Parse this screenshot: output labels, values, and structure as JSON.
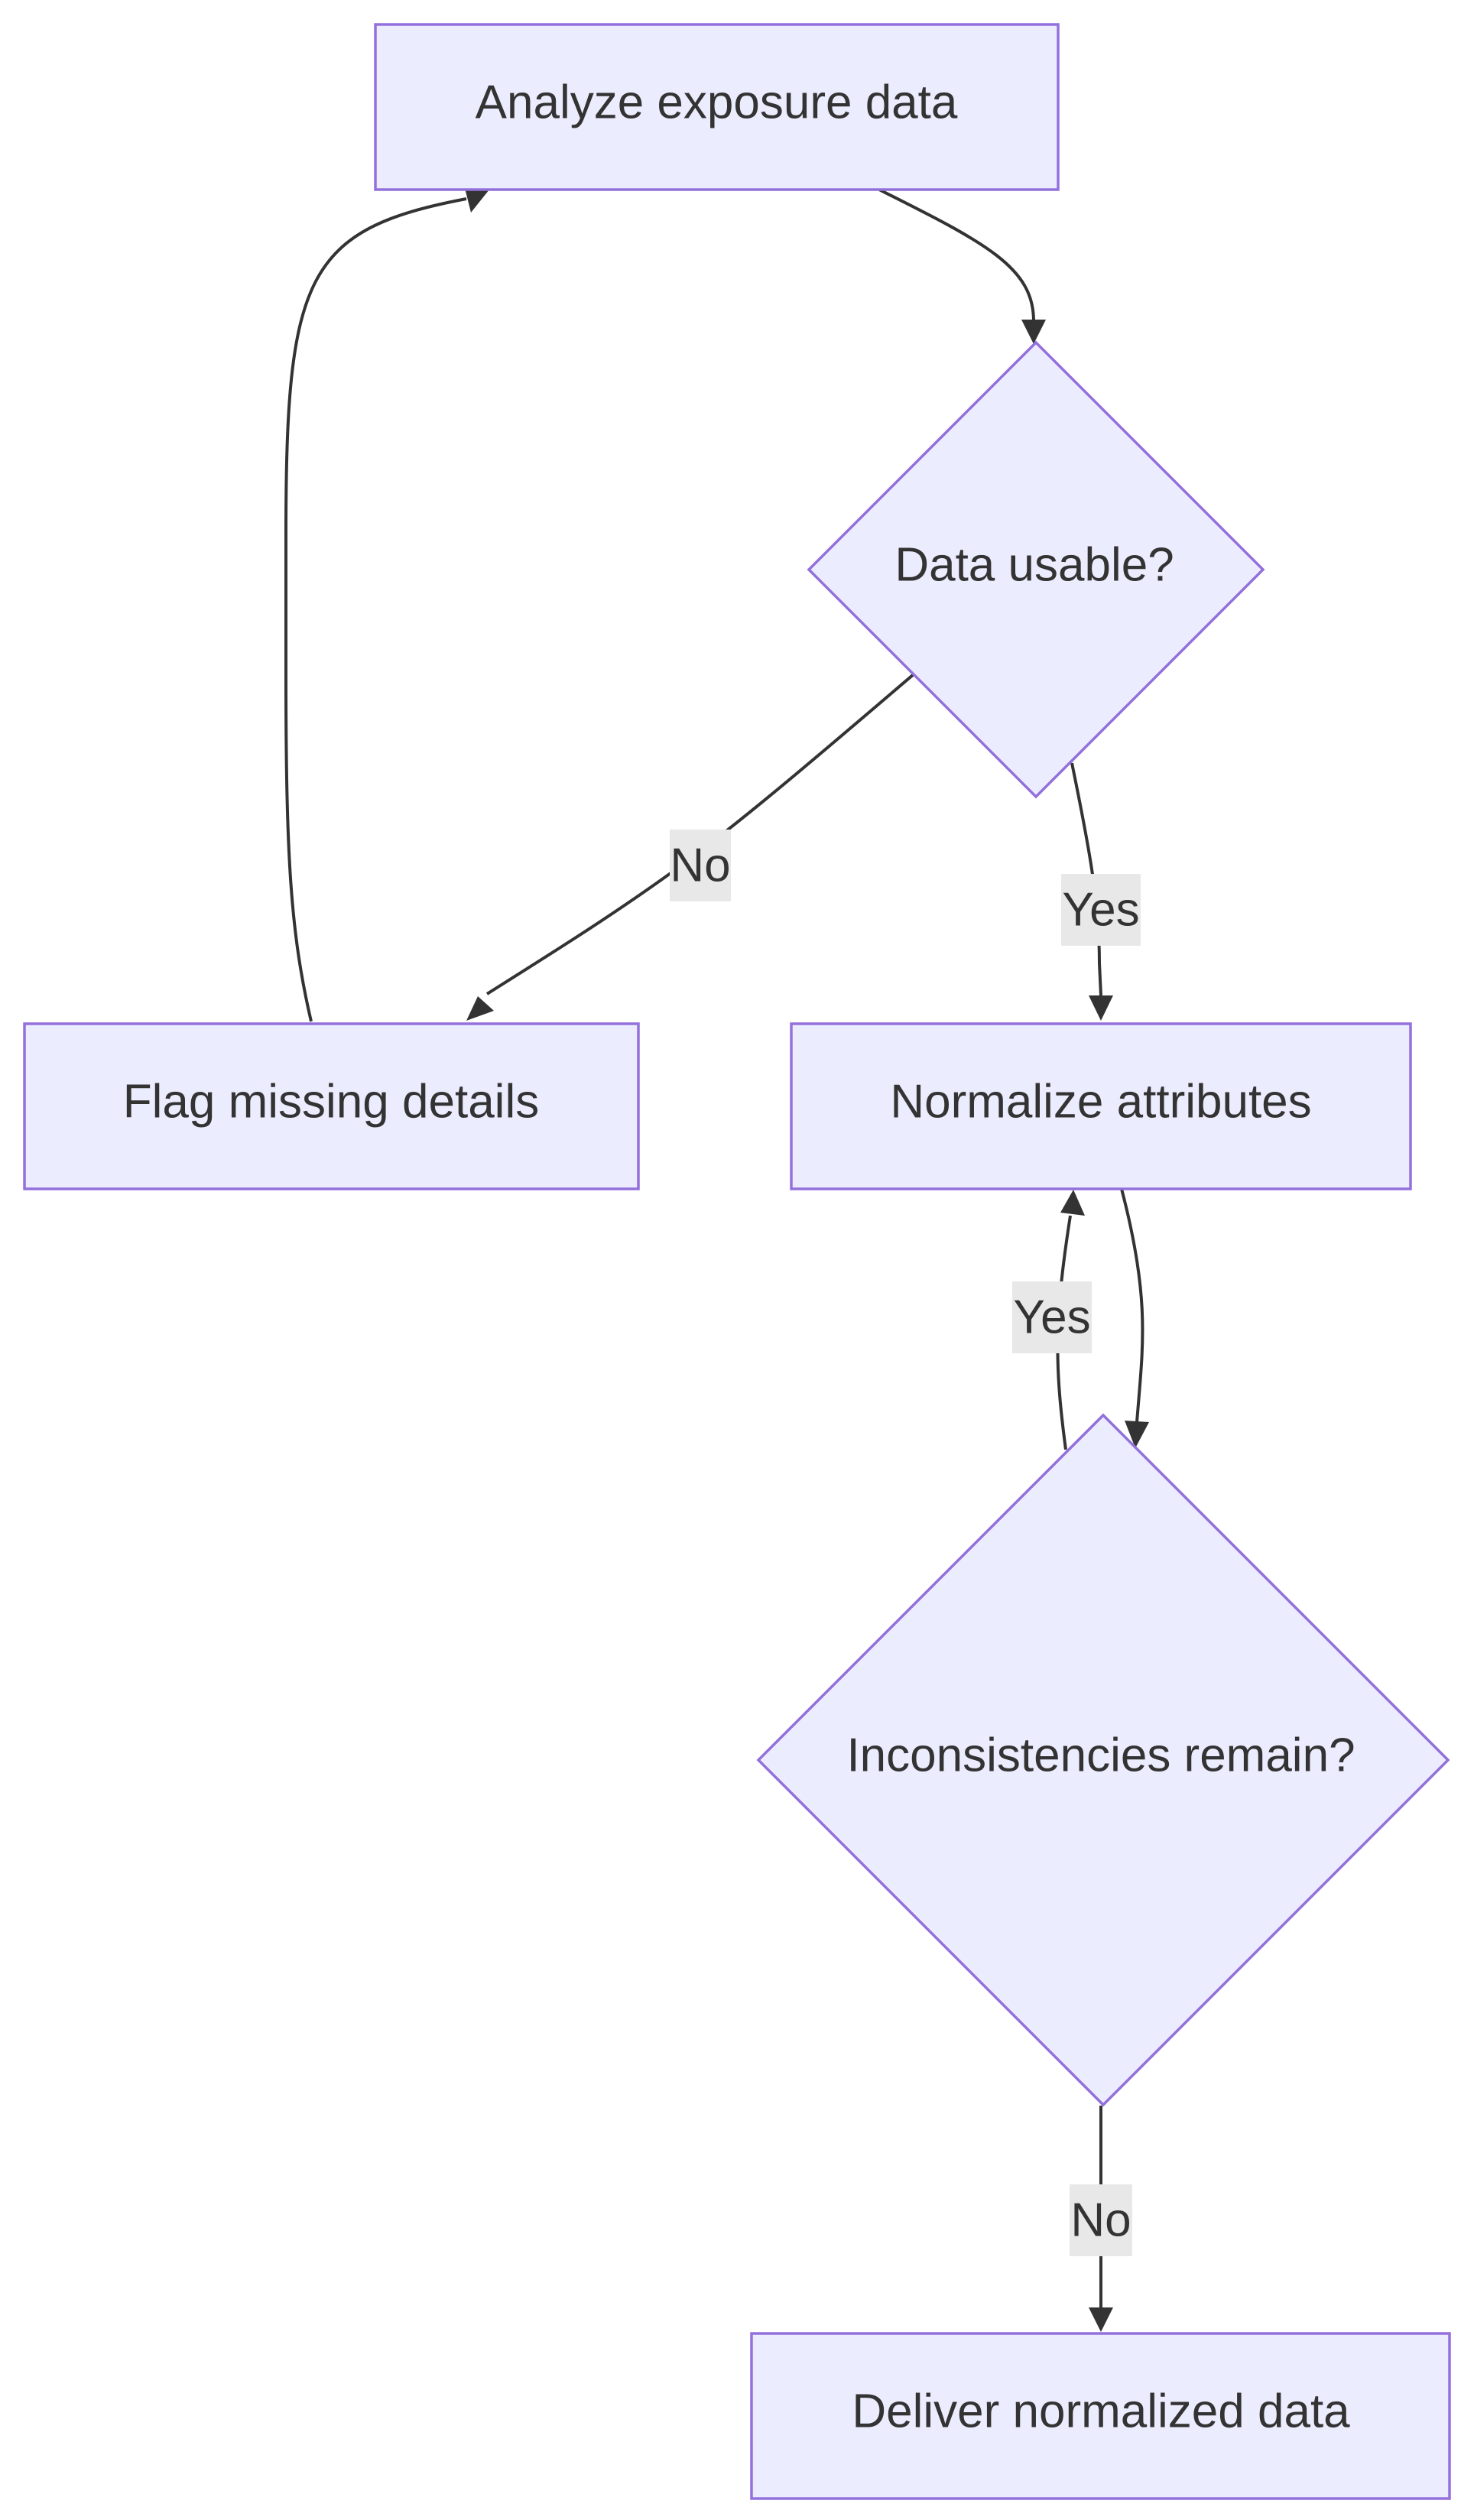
{
  "diagram": {
    "nodes": {
      "analyze": "Analyze exposure data",
      "usable": "Data usable?",
      "flag": "Flag missing details",
      "normalize": "Normalize attributes",
      "inconsistencies": "Inconsistencies remain?",
      "deliver": "Deliver normalized data"
    },
    "edges": {
      "usable_no": "No",
      "usable_yes": "Yes",
      "inconsistencies_yes": "Yes",
      "inconsistencies_no": "No"
    }
  },
  "colors": {
    "node_fill": "#ececff",
    "node_stroke": "#9370db",
    "edge": "#333333",
    "label_bg": "#e8e8e8",
    "text": "#333333"
  }
}
